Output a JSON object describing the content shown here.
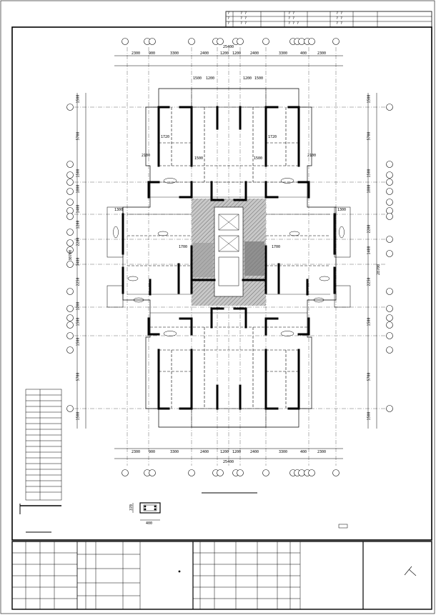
{
  "header_table": {
    "rows": [
      [
        "?",
        "? ?",
        "? ?",
        "? ?"
      ],
      [
        "?",
        "? ?",
        "? ?",
        "? ?"
      ],
      [
        "?",
        "? ?",
        "? ? ?",
        "? ?"
      ]
    ]
  },
  "dimensions": {
    "top_chain": [
      "2300",
      "900",
      "3300",
      "2400",
      "1200",
      "1200",
      "2400",
      "3300",
      "400",
      "2300"
    ],
    "bottom_chain": [
      "2300",
      "900",
      "3300",
      "2400",
      "1200",
      "1200",
      "2400",
      "3300",
      "400",
      "2300"
    ],
    "overall_width": "25400",
    "top_inner": [
      "1500",
      "1200",
      "1200",
      "1500"
    ],
    "left_chain": [
      "1500",
      "5700",
      "1500",
      "1800",
      "1400",
      "1200",
      "2200",
      "1400",
      "2250",
      "1200",
      "1500",
      "1500",
      "5700",
      "1500"
    ],
    "right_chain": [
      "1500",
      "5700",
      "1500",
      "1800",
      "2200",
      "1400",
      "2250",
      "1500",
      "5700",
      "1500"
    ],
    "overall_height": "30700",
    "right_overall": "28700",
    "room_labels": [
      "1500",
      "1500",
      "1720",
      "1720",
      "1700",
      "1700",
      "2100",
      "2100",
      "1300",
      "1300"
    ]
  },
  "detail": {
    "dim_width": "400",
    "dim_height": "370"
  },
  "colors": {
    "line": "#000000",
    "hatch": "#555555",
    "core_fill": "#bdbdbd",
    "paper": "#ffffff"
  }
}
